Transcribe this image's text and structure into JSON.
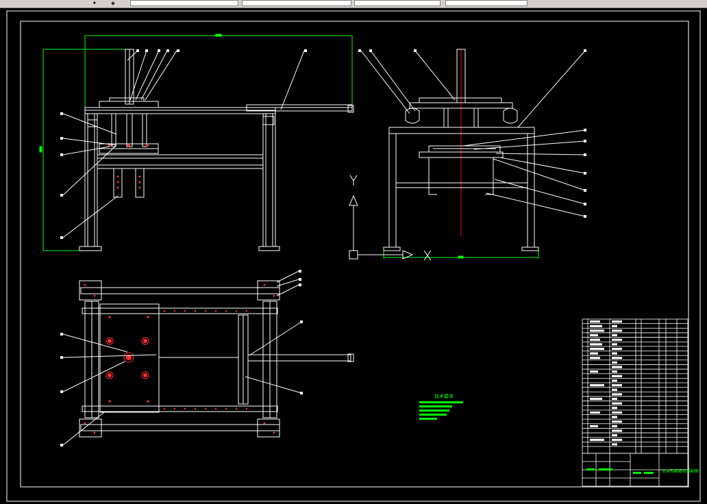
{
  "toolbar": {
    "fields": [
      "",
      "",
      "",
      "",
      "",
      ""
    ],
    "icons": [
      "layer-states-icon",
      "layer-properties-icon"
    ]
  },
  "drawing": {
    "background": "#000000",
    "line_color": "#ffffff",
    "dimension_color": "#00ff00",
    "centerline_color": "#ff0000",
    "annotation_color": "#00ff00",
    "ucs": {
      "y_label": "Y",
      "x_label": "X"
    }
  },
  "notes": {
    "title": "技术要求"
  },
  "title_block": {
    "title": "全自动翻板机装配图"
  }
}
